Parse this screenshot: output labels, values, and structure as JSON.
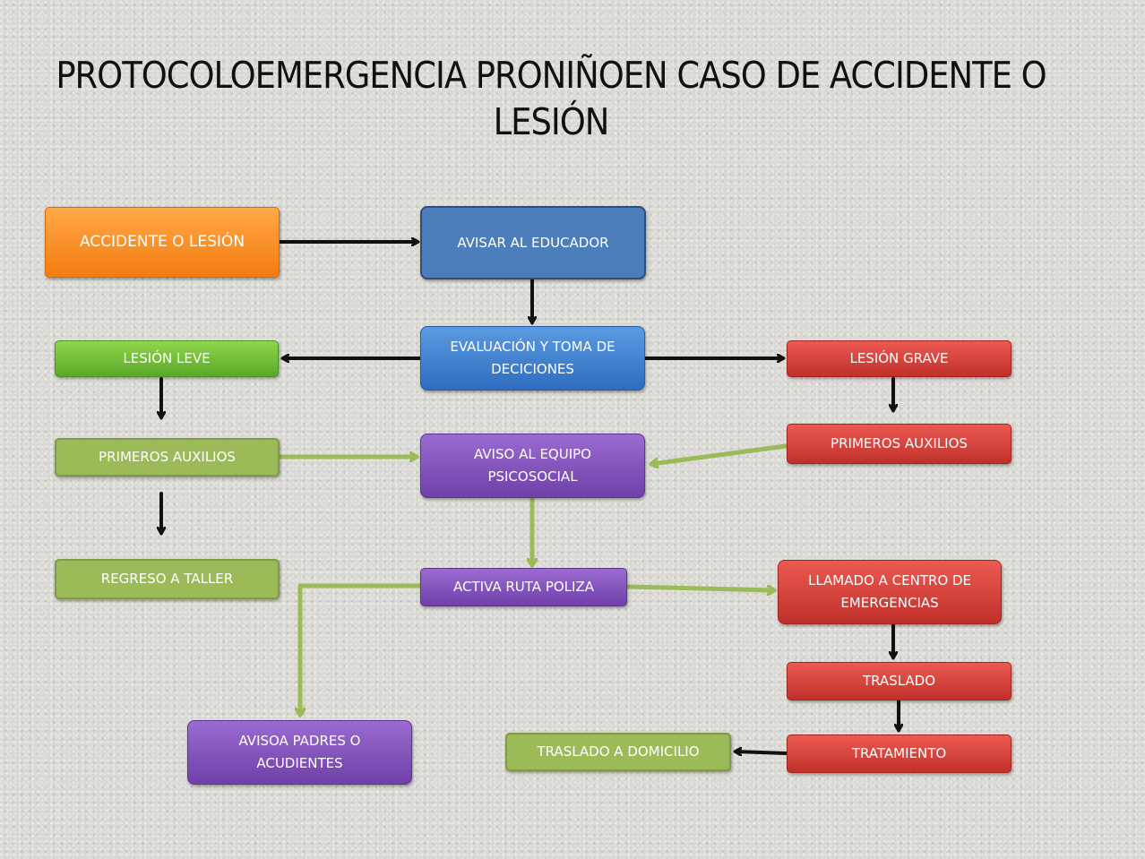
{
  "title": "PROTOCOLOEMERGENCIA PRONIÑOEN CASO DE ACCIDENTE O LESIÓN",
  "nodes": {
    "accidente": "ACCIDENTE O LESIÓN",
    "avisar_educador": "AVISAR AL EDUCADOR",
    "evaluacion": "EVALUACIÓN Y TOMA DE DECICIONES",
    "lesion_leve": "LESIÓN LEVE",
    "lesion_grave": "LESIÓN GRAVE",
    "primeros_auxilios_leve": "PRIMEROS AUXILIOS",
    "primeros_auxilios_grave": "PRIMEROS AUXILIOS",
    "aviso_psicosocial": "AVISO AL EQUIPO PSICOSOCIAL",
    "regreso_taller": "REGRESO A TALLER",
    "activa_ruta": "ACTIVA RUTA POLIZA",
    "llamado_centro": "LLAMADO A CENTRO DE EMERGENCIAS",
    "traslado": "TRASLADO",
    "avisa_padres": "AVISOA PADRES O ACUDIENTES",
    "traslado_domicilio": "TRASLADO A DOMICILIO",
    "tratamiento": "TRATAMIENTO"
  },
  "colors": {
    "black_arrow": "#111111",
    "green_arrow": "#9bbb59"
  }
}
